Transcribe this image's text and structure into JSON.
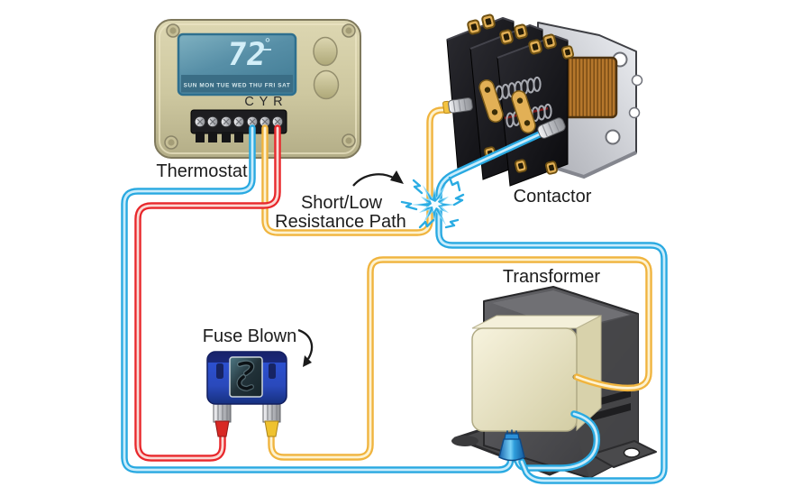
{
  "components": {
    "thermostat": {
      "label": "Thermostat",
      "display": {
        "temperature": "72",
        "degree_symbol": "°",
        "days": "SUN MON TUE WED THU FRI SAT"
      },
      "terminal_labels": "C Y R"
    },
    "contactor": {
      "label": "Contactor"
    },
    "transformer": {
      "label": "Transformer"
    },
    "fuse": {
      "label": "Fuse Blown"
    }
  },
  "annotations": {
    "short_path": {
      "line1": "Short/Low",
      "line2": "Resistance Path"
    }
  },
  "colors": {
    "wire_red": "#e8282c",
    "wire_blue": "#29a9e1",
    "wire_yellow": "#f0b43e",
    "spark_blue": "#2aace3",
    "thermostat_body": "#cfc9a2",
    "lcd_screen": "#4d8ba4",
    "fuse_body": "#2847c8",
    "brass": "#d9a94e",
    "bracket_metal": "#c9cacf",
    "core_gray": "#4a4a4d"
  }
}
